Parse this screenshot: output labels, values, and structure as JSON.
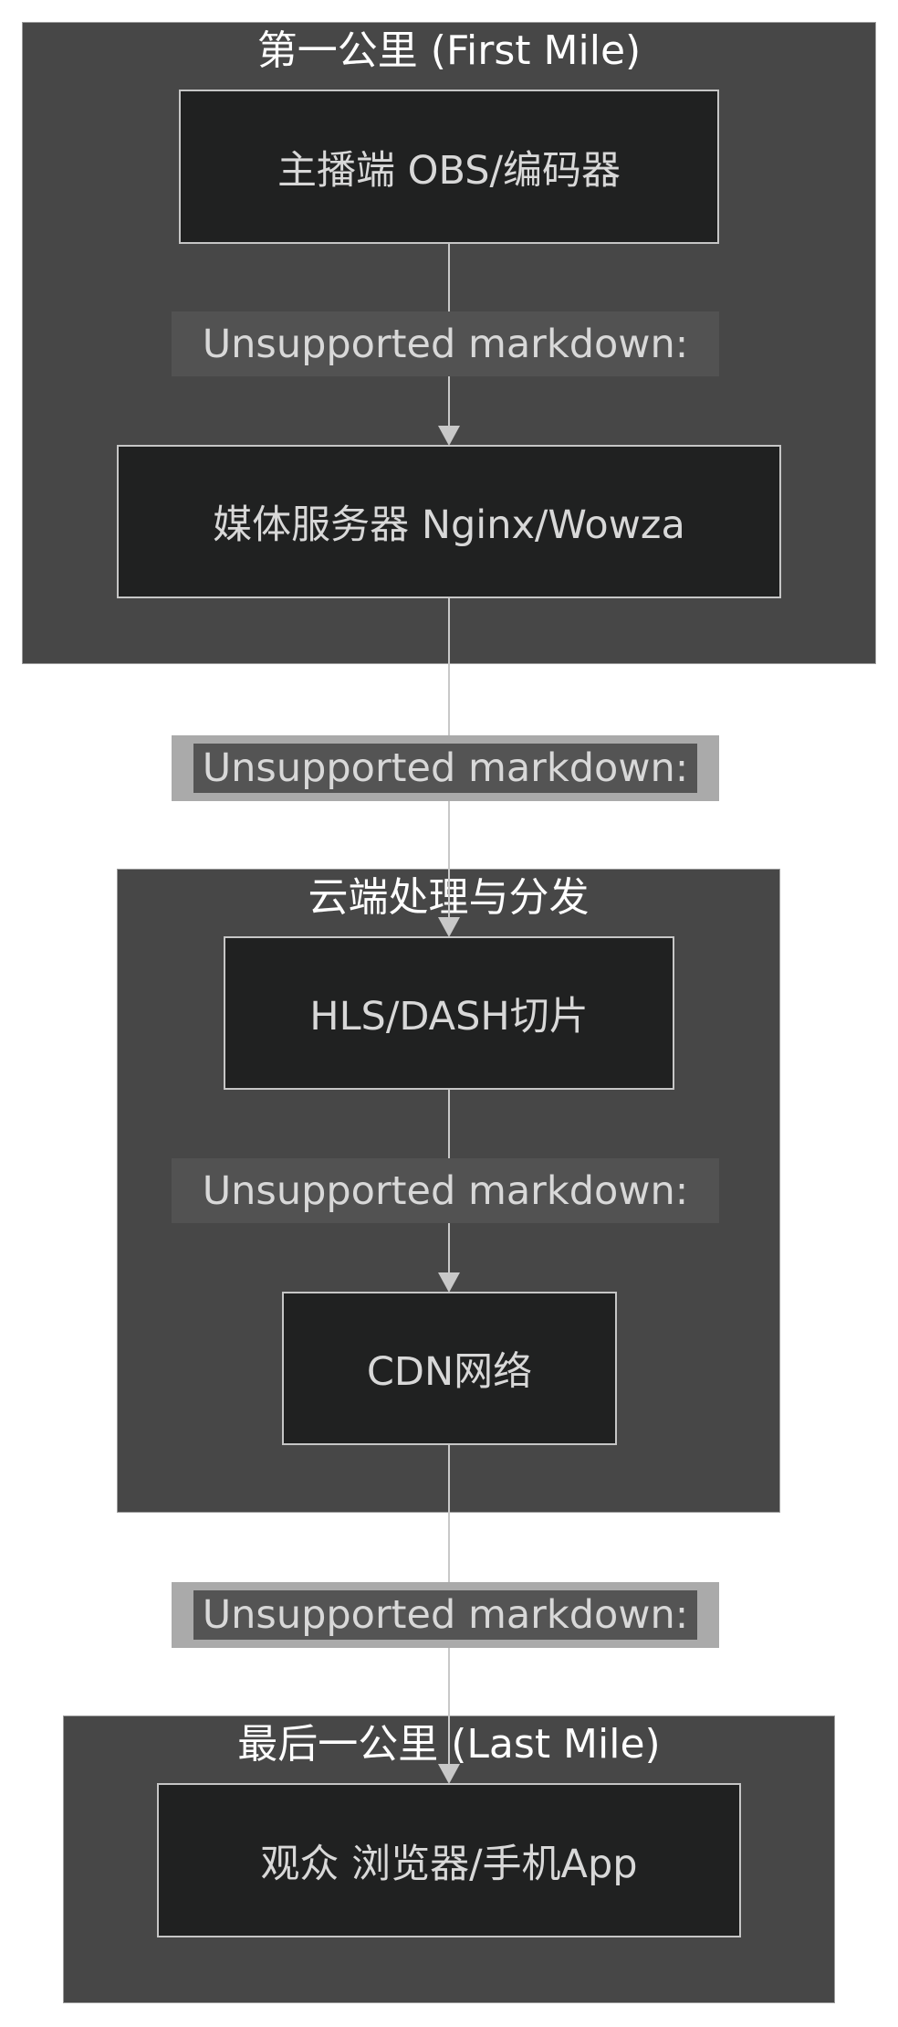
{
  "clusters": {
    "first_mile": {
      "title": "第一公里 (First Mile)"
    },
    "cloud": {
      "title": "云端处理与分发"
    },
    "last_mile": {
      "title": "最后一公里 (Last Mile)"
    }
  },
  "nodes": {
    "broadcaster": "主播端 OBS/编码器",
    "media_server": "媒体服务器 Nginx/Wowza",
    "segmenter": "HLS/DASH切片",
    "cdn": "CDN网络",
    "viewer": "观众 浏览器/手机App"
  },
  "edges": {
    "broadcaster_to_media_server": "Unsupported markdown:",
    "media_server_to_segmenter": "Unsupported markdown:",
    "segmenter_to_cdn": "Unsupported markdown:",
    "cdn_to_viewer": "Unsupported markdown:"
  },
  "colors": {
    "cluster_fill": "#474747",
    "node_fill": "#202121",
    "node_border": "#c6c6c6",
    "edge_line": "#c8c8c8",
    "edge_label_inside": "#525252",
    "edge_label_outside": "#aaaaaa",
    "text": "#d8d8d8"
  }
}
